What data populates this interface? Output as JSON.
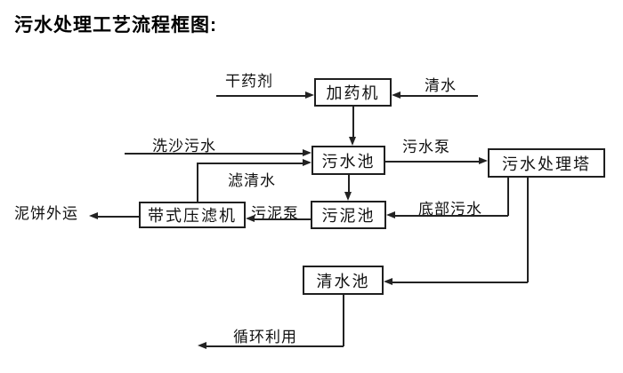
{
  "page": {
    "title": "污水处理工艺流程框图:"
  },
  "diagram": {
    "type": "flowchart",
    "nodes": [
      {
        "id": "dosing-machine",
        "label": "加药机"
      },
      {
        "id": "sewage-pool",
        "label": "污水池"
      },
      {
        "id": "treatment-tower",
        "label": "污水处理塔"
      },
      {
        "id": "sludge-pool",
        "label": "污泥池"
      },
      {
        "id": "belt-filter-press",
        "label": "带式压滤机"
      },
      {
        "id": "clean-water-pool",
        "label": "清水池"
      }
    ],
    "flow_labels": [
      {
        "id": "dry-agent",
        "label": "干药剂",
        "edge": "入 加药机 (左)"
      },
      {
        "id": "clean-water-in",
        "label": "清水",
        "edge": "入 加药机 (右)"
      },
      {
        "id": "sand-washing-sewage",
        "label": "洗沙污水",
        "edge": "入 污水池"
      },
      {
        "id": "filtered-water",
        "label": "滤清水",
        "edge": "带式压滤机 → 污水池"
      },
      {
        "id": "sewage-pump",
        "label": "污水泵",
        "edge": "污水池 → 污水处理塔"
      },
      {
        "id": "bottom-sewage",
        "label": "底部污水",
        "edge": "污水处理塔 → 污泥池"
      },
      {
        "id": "sludge-pump",
        "label": "污泥泵",
        "edge": "污泥池 → 带式压滤机"
      },
      {
        "id": "mud-cake-out",
        "label": "泥饼外运",
        "edge": "带式压滤机 → 外运"
      },
      {
        "id": "recycle-use",
        "label": "循环利用",
        "edge": "清水池 → 循环利用"
      }
    ],
    "colors": {
      "background": "#ffffff",
      "line": "#222222",
      "box_border": "#1f1f1f",
      "text": "#111111"
    }
  }
}
